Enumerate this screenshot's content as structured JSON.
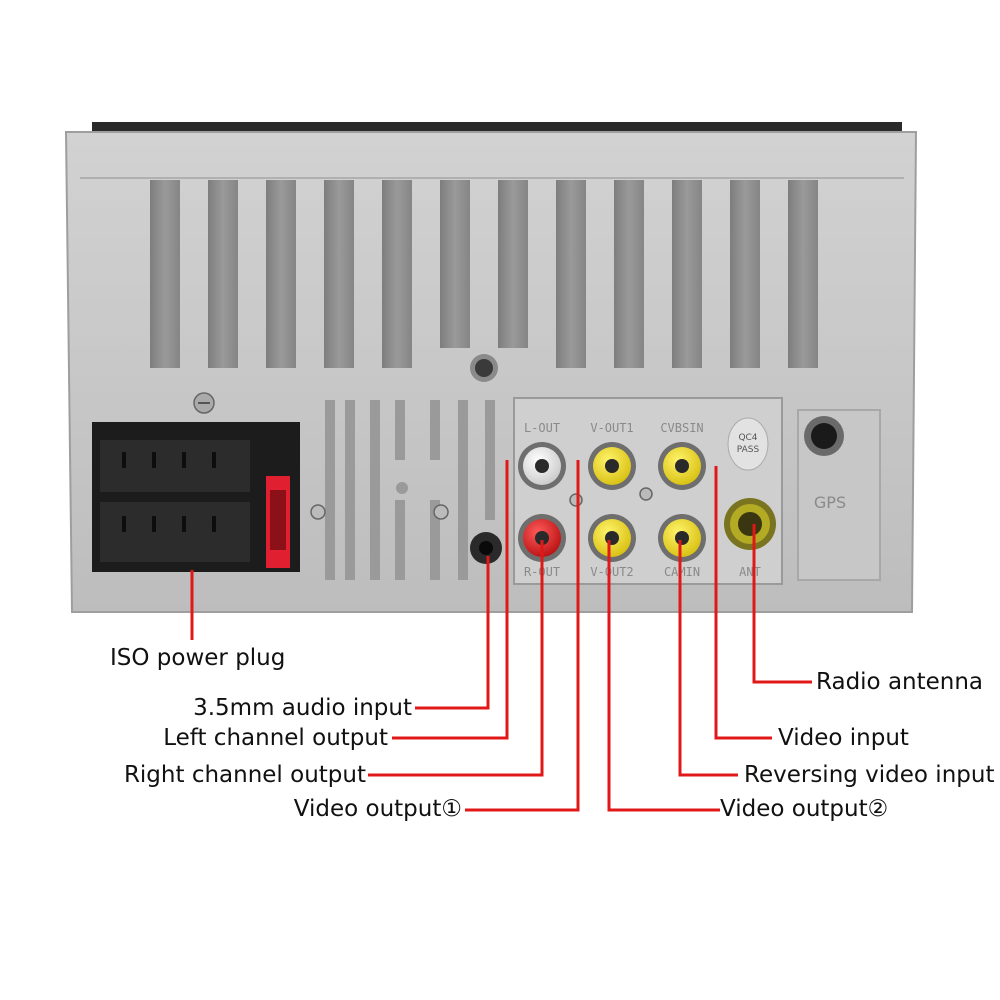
{
  "panel": {
    "port_labels": {
      "l_out": "L-OUT",
      "v_out1": "V-OUT1",
      "cvbs_in": "CVBSIN",
      "r_out": "R-OUT",
      "v_out2": "V-OUT2",
      "cam_in": "CAMIN",
      "ant": "ANT",
      "gps": "GPS"
    },
    "sticker": {
      "line1": "QC4",
      "line2": "PASS"
    }
  },
  "callouts": {
    "iso_power_plug": "ISO power plug",
    "audio_input_35mm": "3.5mm audio input",
    "left_channel_output": "Left channel output",
    "right_channel_output": "Right channel output",
    "video_output_1": "Video output①",
    "video_output_2": "Video output②",
    "reversing_video_input": "Reversing video input",
    "video_input": "Video input",
    "radio_antenna": "Radio antenna"
  },
  "colors": {
    "leader_line": "#e01818",
    "housing": "#c3c3c3",
    "fin_slot": "#8d8d8d",
    "rca_white": "#e6e6e6",
    "rca_yellow": "#e9d21a",
    "rca_red": "#d61c1c",
    "antenna_ring": "#b2ab23",
    "connector_black": "#1c1c1c",
    "fuse_red": "#e02030"
  }
}
